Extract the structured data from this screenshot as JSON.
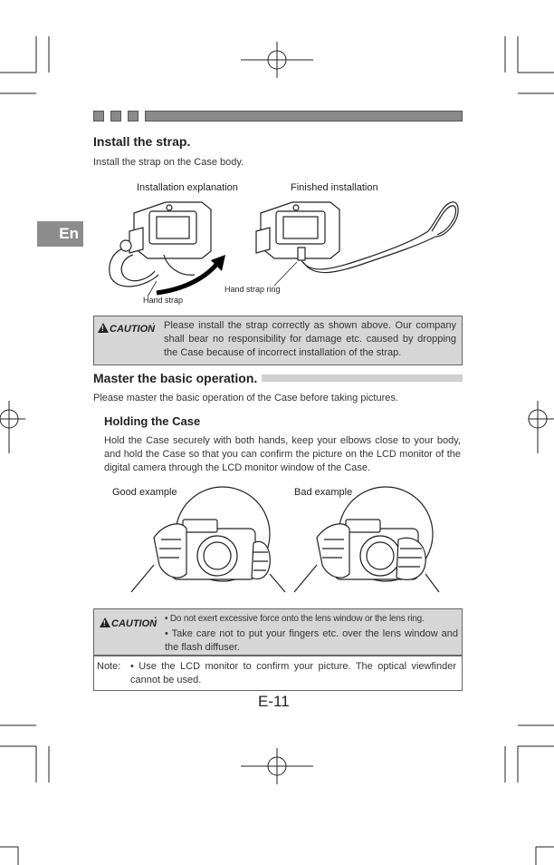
{
  "section1": {
    "title": "Install the strap.",
    "intro": "Install the strap on the Case body.",
    "caption_left": "Installation explanation",
    "caption_right": "Finished installation",
    "label_hand_strap": "Hand strap",
    "label_hand_strap_ring": "Hand strap ring"
  },
  "language_tab": "En",
  "caution1": {
    "label": "CAUTION",
    "sep": ":",
    "text": "Please install the strap correctly as shown above. Our company shall bear no responsibility for damage etc. caused by dropping the Case because of incorrect installation of the strap."
  },
  "section2": {
    "title": "Master the basic operation.",
    "intro": "Please master the basic operation of the Case before taking pictures.",
    "subtitle": "Holding the Case",
    "body": "Hold the Case securely with both hands, keep your elbows close to your body, and hold the Case so that you can confirm the picture on the LCD monitor of the digital camera through the LCD monitor window of the Case.",
    "caption_good": "Good example",
    "caption_bad": "Bad example"
  },
  "caution2": {
    "label": "CAUTION",
    "sep": ":",
    "items": [
      "• Do not exert excessive force onto the lens window or the lens ring.",
      "• Take care not to put your fingers  etc. over the lens window and the flash diffuser."
    ]
  },
  "note": {
    "label": "Note:",
    "text": "• Use the LCD monitor to confirm your picture. The optical viewfinder cannot be used."
  },
  "page_number": "E-11"
}
